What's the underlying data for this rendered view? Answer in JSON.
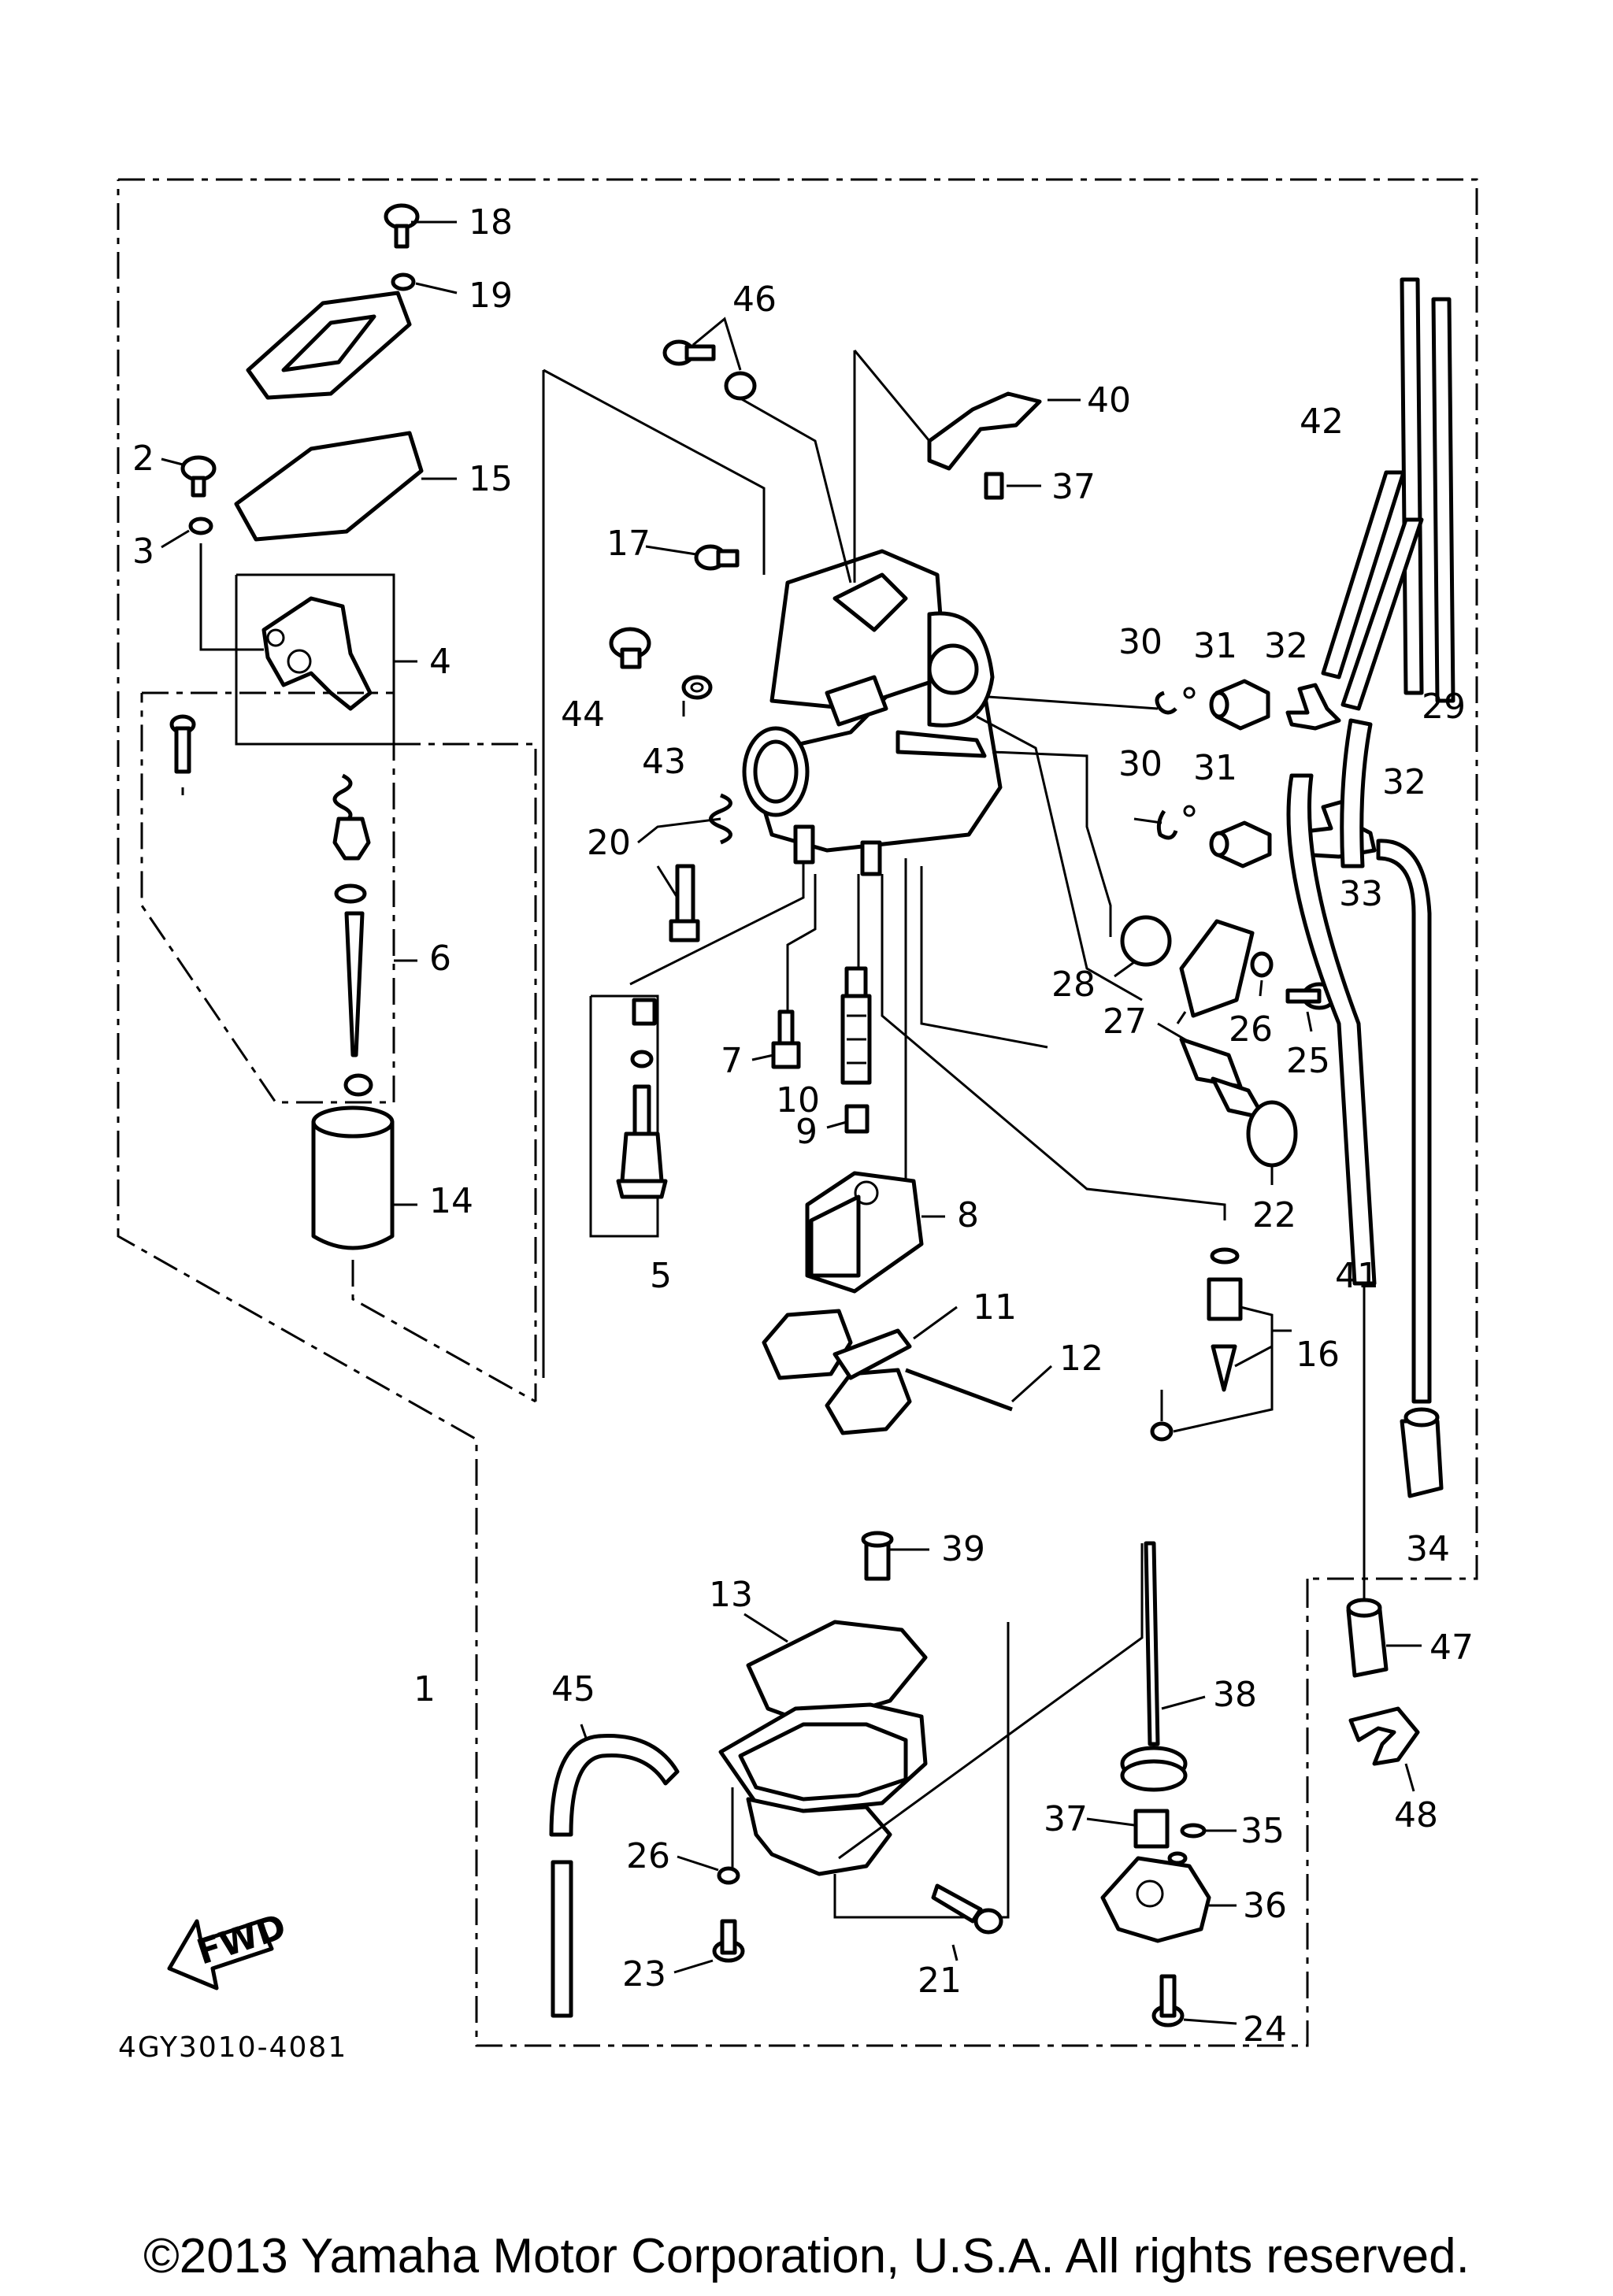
{
  "diagram": {
    "drawing_code": "4GY3010-4081",
    "fwd_label": "FWD",
    "copyright": "©2013 Yamaha Motor Corporation, U.S.A. All rights reserved.",
    "callouts": {
      "c1": "1",
      "c2": "2",
      "c3": "3",
      "c4": "4",
      "c5": "5",
      "c6": "6",
      "c7": "7",
      "c8": "8",
      "c9": "9",
      "c10": "10",
      "c11": "11",
      "c12": "12",
      "c13": "13",
      "c14": "14",
      "c15": "15",
      "c16": "16",
      "c17": "17",
      "c18": "18",
      "c19": "19",
      "c20": "20",
      "c21": "21",
      "c22": "22",
      "c23": "23",
      "c24": "24",
      "c25": "25",
      "c26a": "26",
      "c26b": "26",
      "c27": "27",
      "c28": "28",
      "c29": "29",
      "c30a": "30",
      "c30b": "30",
      "c31a": "31",
      "c31b": "31",
      "c32a": "32",
      "c32b": "32",
      "c33": "33",
      "c34": "34",
      "c35": "35",
      "c36": "36",
      "c37a": "37",
      "c37b": "37",
      "c38": "38",
      "c39": "39",
      "c40": "40",
      "c41": "41",
      "c42": "42",
      "c43": "43",
      "c44": "44",
      "c45": "45",
      "c46": "46",
      "c47": "47",
      "c48": "48"
    }
  }
}
